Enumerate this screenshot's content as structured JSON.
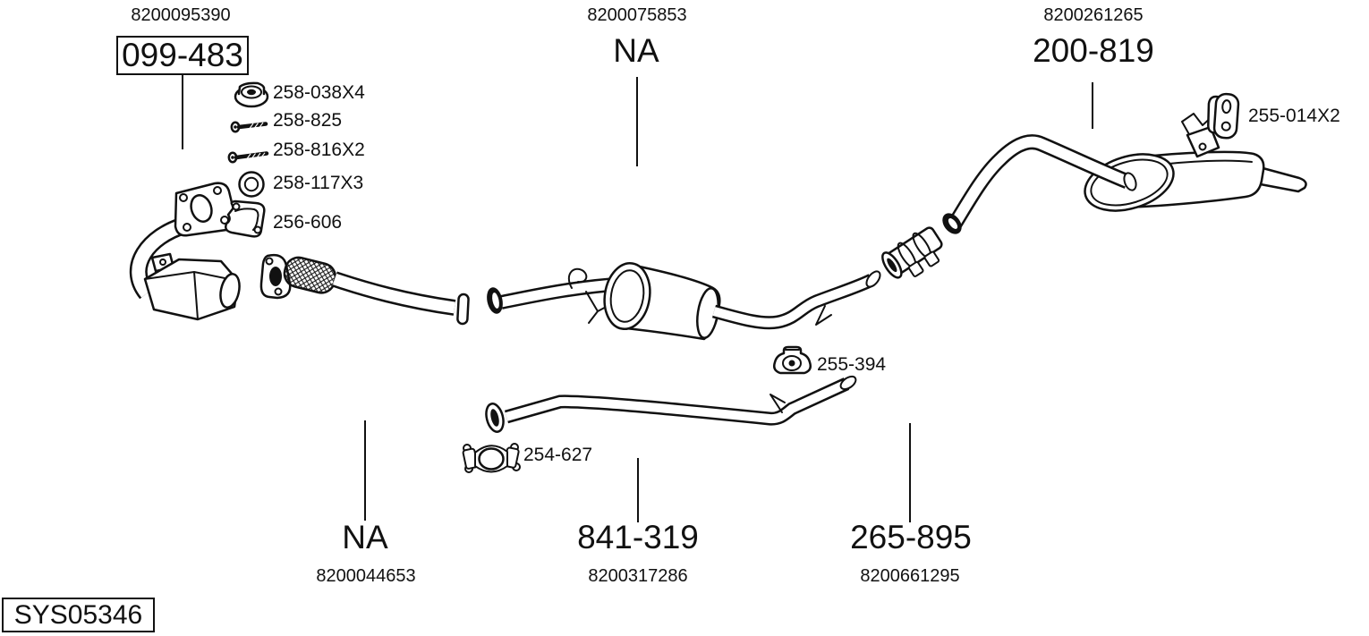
{
  "title_block": {
    "system_code": "SYS05346"
  },
  "sections": {
    "front": {
      "oe_number": "8200095390",
      "part_ref": "099-483"
    },
    "center": {
      "oe_number": "8200075853",
      "part_ref": "NA"
    },
    "rear": {
      "oe_number": "8200261265",
      "part_ref": "200-819"
    },
    "lower_left": {
      "part_ref": "NA",
      "oe_number": "8200044653"
    },
    "lower_center": {
      "part_ref": "841-319",
      "oe_number": "8200317286"
    },
    "lower_right": {
      "part_ref": "265-895",
      "oe_number": "8200661295"
    }
  },
  "hardware": [
    {
      "part_ref": "258-038X4",
      "icon": "flange-nut-icon"
    },
    {
      "part_ref": "258-825",
      "icon": "bolt-short-icon"
    },
    {
      "part_ref": "258-816X2",
      "icon": "bolt-long-icon"
    },
    {
      "part_ref": "258-117X3",
      "icon": "gasket-ring-icon"
    },
    {
      "part_ref": "256-606",
      "icon": "flange-gasket-icon"
    }
  ],
  "mountings": [
    {
      "part_ref": "255-014X2",
      "icon": "rubber-hanger-icon"
    },
    {
      "part_ref": "255-394",
      "icon": "rubber-mount-icon"
    },
    {
      "part_ref": "254-627",
      "icon": "pipe-clamp-icon"
    }
  ],
  "colors": {
    "ink": "#111111",
    "background": "#ffffff"
  }
}
